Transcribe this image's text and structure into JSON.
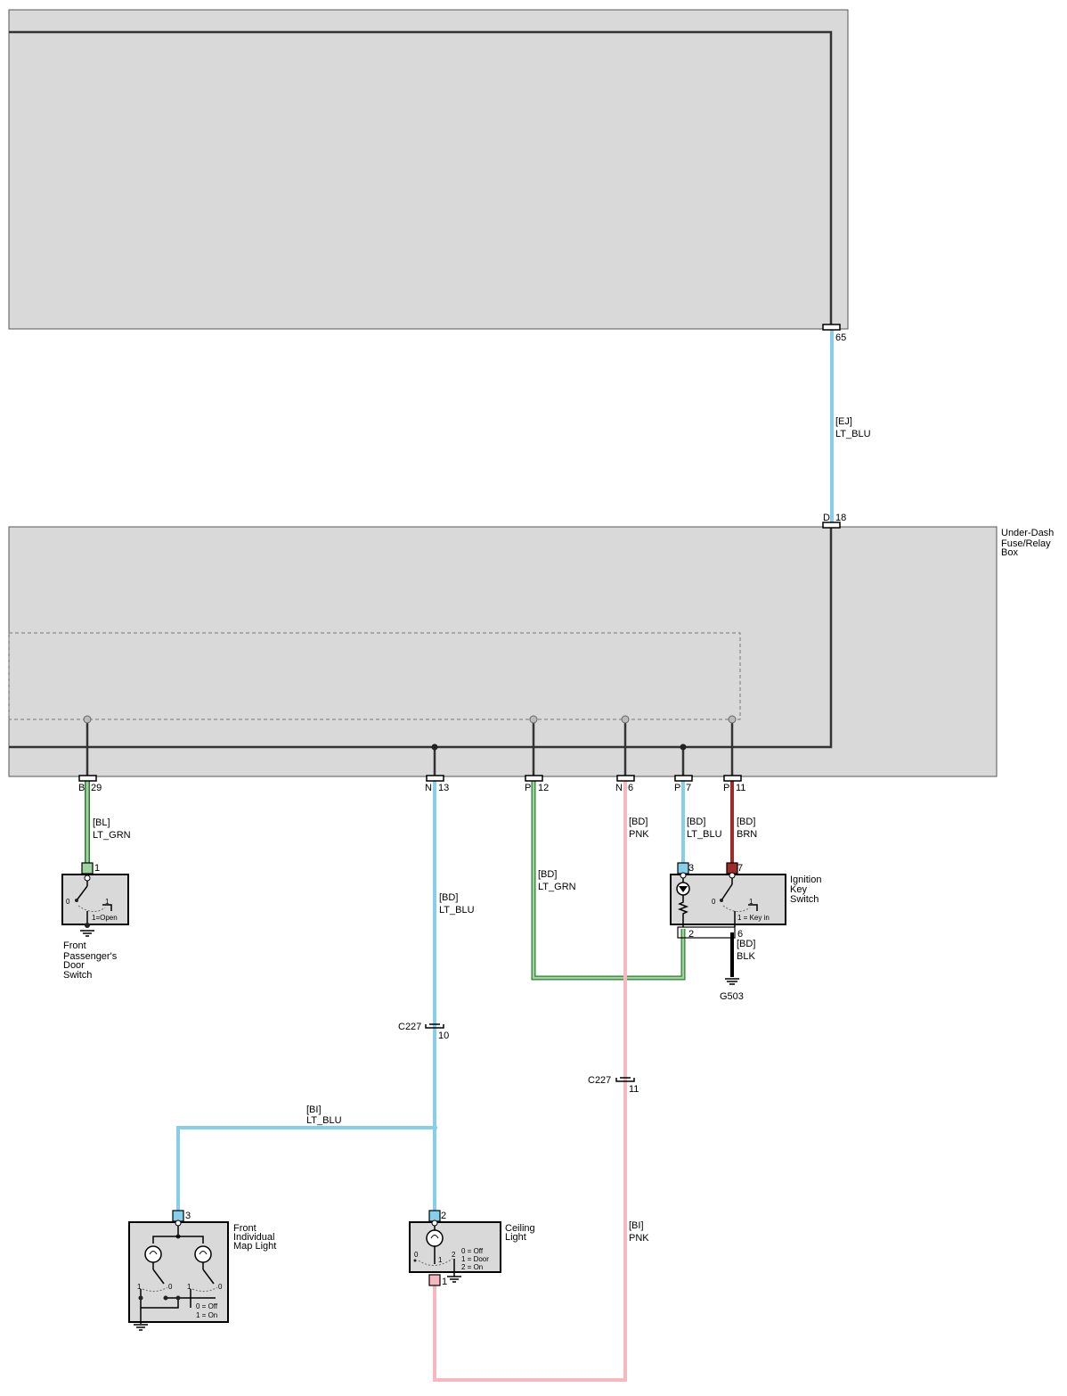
{
  "modules": {
    "top_unit": {},
    "fuse_box": {
      "name": "Under-Dash\nFuse/Relay\nBox"
    }
  },
  "connectors": {
    "top_65": {
      "pin": "65"
    },
    "fuse_D18": {
      "conn": "D",
      "pin": "18"
    },
    "fuse_B29": {
      "conn": "B",
      "pin": "29"
    },
    "fuse_N13": {
      "conn": "N",
      "pin": "13"
    },
    "fuse_P12": {
      "conn": "P",
      "pin": "12"
    },
    "fuse_N6": {
      "conn": "N",
      "pin": "6"
    },
    "fuse_P7": {
      "conn": "P",
      "pin": "7"
    },
    "fuse_P11": {
      "conn": "P",
      "pin": "11"
    },
    "c227_10": {
      "name": "C227",
      "pin": "10"
    },
    "c227_11": {
      "name": "C227",
      "pin": "11"
    }
  },
  "wires": [
    {
      "id": "w1",
      "code": "[EJ]",
      "color_name": "LT_BLU",
      "hex": "#87ceeb"
    },
    {
      "id": "w2",
      "code": "[BL]",
      "color_name": "LT_GRN",
      "hex": "#9fd49f"
    },
    {
      "id": "w3",
      "code": "[BD]",
      "color_name": "LT_BLU",
      "hex": "#87ceeb"
    },
    {
      "id": "w4",
      "code": "[BD]",
      "color_name": "LT_GRN",
      "hex": "#9fd49f"
    },
    {
      "id": "w5",
      "code": "[BD]",
      "color_name": "PNK",
      "hex": "#f7b8c0"
    },
    {
      "id": "w6",
      "code": "[BD]",
      "color_name": "LT_BLU",
      "hex": "#87ceeb"
    },
    {
      "id": "w7",
      "code": "[BD]",
      "color_name": "BRN",
      "hex": "#9e2a2a"
    },
    {
      "id": "w8",
      "code": "[BD]",
      "color_name": "BLK",
      "hex": "#000000"
    },
    {
      "id": "w9",
      "code": "[BI]",
      "color_name": "LT_BLU",
      "hex": "#87ceeb"
    },
    {
      "id": "w10",
      "code": "[BI]",
      "color_name": "PNK",
      "hex": "#f7b8c0"
    }
  ],
  "components": {
    "door_switch": {
      "name": "Front\nPassenger's\nDoor\nSwitch",
      "pin": "1",
      "pos0": "0",
      "pos1": "1",
      "note": "1=Open"
    },
    "ignition_switch": {
      "name": "Ignition\nKey\nSwitch",
      "pin3": "3",
      "pin7": "7",
      "pin2": "2",
      "pin6": "6",
      "pos0": "0",
      "pos1": "1",
      "note": "1 = Key in"
    },
    "ground": {
      "name": "G503"
    },
    "map_light": {
      "name": "Front\nIndividual\nMap Light",
      "pin": "3",
      "pos1a": "1",
      "pos0a": "0",
      "pos1b": "1",
      "pos0b": "0",
      "legend0": "0 = Off",
      "legend1": "1 = On"
    },
    "ceiling_light": {
      "name": "Ceiling\nLight",
      "pin2": "2",
      "pin1": "1",
      "pos0": "0",
      "pos1": "1",
      "pos2": "2",
      "legend0": "0 = Off",
      "legend1": "1 = Door",
      "legend2": "2 = On"
    }
  }
}
